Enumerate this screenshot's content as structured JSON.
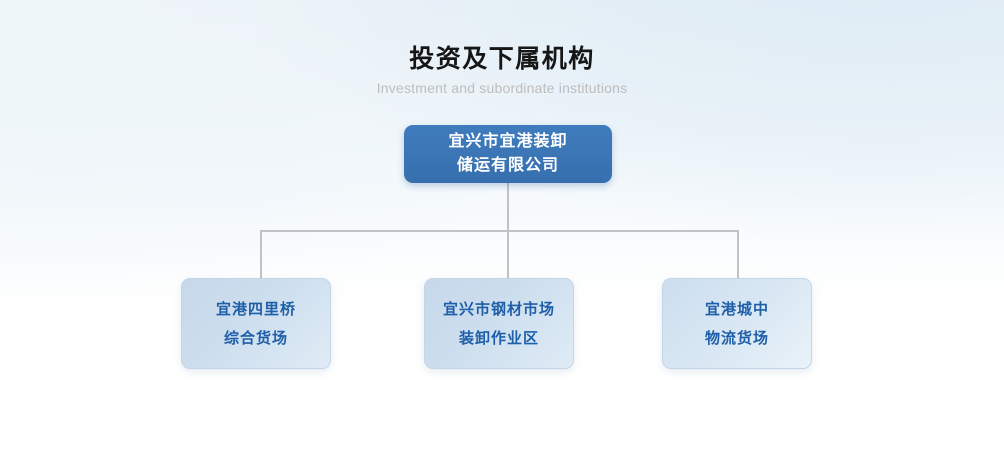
{
  "page": {
    "background_top": "#eaf2f8",
    "background_bottom": "#ffffff"
  },
  "heading": {
    "title": "投资及下属机构",
    "subtitle": "Investment and subordinate institutions",
    "title_color": "#161616",
    "subtitle_color": "#bdbdbd"
  },
  "org_chart": {
    "root": {
      "line1": "宜兴市宜港装卸",
      "line2": "储运有限公司",
      "full_name": "宜兴市宜港装卸储运有限公司",
      "fill_color": "#3a76b8",
      "text_color": "#ffffff"
    },
    "connector_color": "#c2c2c2",
    "children": [
      {
        "line1": "宜港四里桥",
        "line2": "综合货场",
        "full_name": "宜港四里桥综合货场",
        "fill_color": "#c8d9ea",
        "text_color": "#1f5fa9"
      },
      {
        "line1": "宜兴市钢材市场",
        "line2": "装卸作业区",
        "full_name": "宜兴市钢材市场装卸作业区",
        "fill_color": "#c8d9ea",
        "text_color": "#1f5fa9"
      },
      {
        "line1": "宜港城中",
        "line2": "物流货场",
        "full_name": "宜港城中物流货场",
        "fill_color": "#d2e2f0",
        "text_color": "#1f5fa9"
      }
    ]
  }
}
